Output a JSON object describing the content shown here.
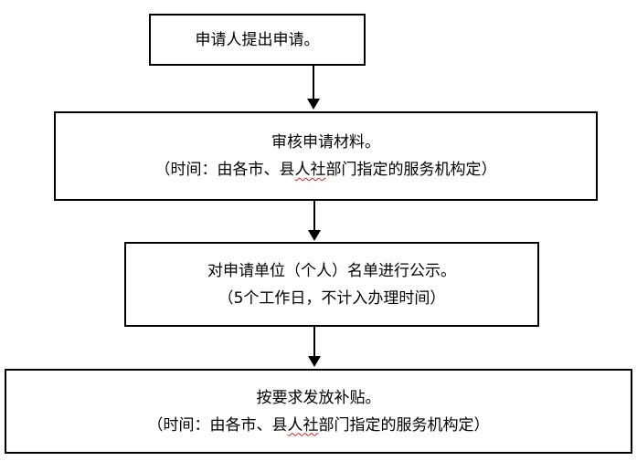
{
  "steps": [
    {
      "title": "申请人提出申请。"
    },
    {
      "title": "审核申请材料。",
      "note_prefix": "（时间：由各市、县",
      "note_marked": "人社",
      "note_suffix": "部门指定的服务机构定）"
    },
    {
      "title": "对申请单位（个人）名单进行公示。",
      "note": "（5个工作日，不计入办理时间）"
    },
    {
      "title": "按要求发放补贴。",
      "note_prefix": "（时间：由各市、县",
      "note_marked": "人社",
      "note_suffix": "部门指定的服务机构定）"
    }
  ],
  "colors": {
    "border": "#000000",
    "spellcheck_underline": "#cc2222"
  }
}
